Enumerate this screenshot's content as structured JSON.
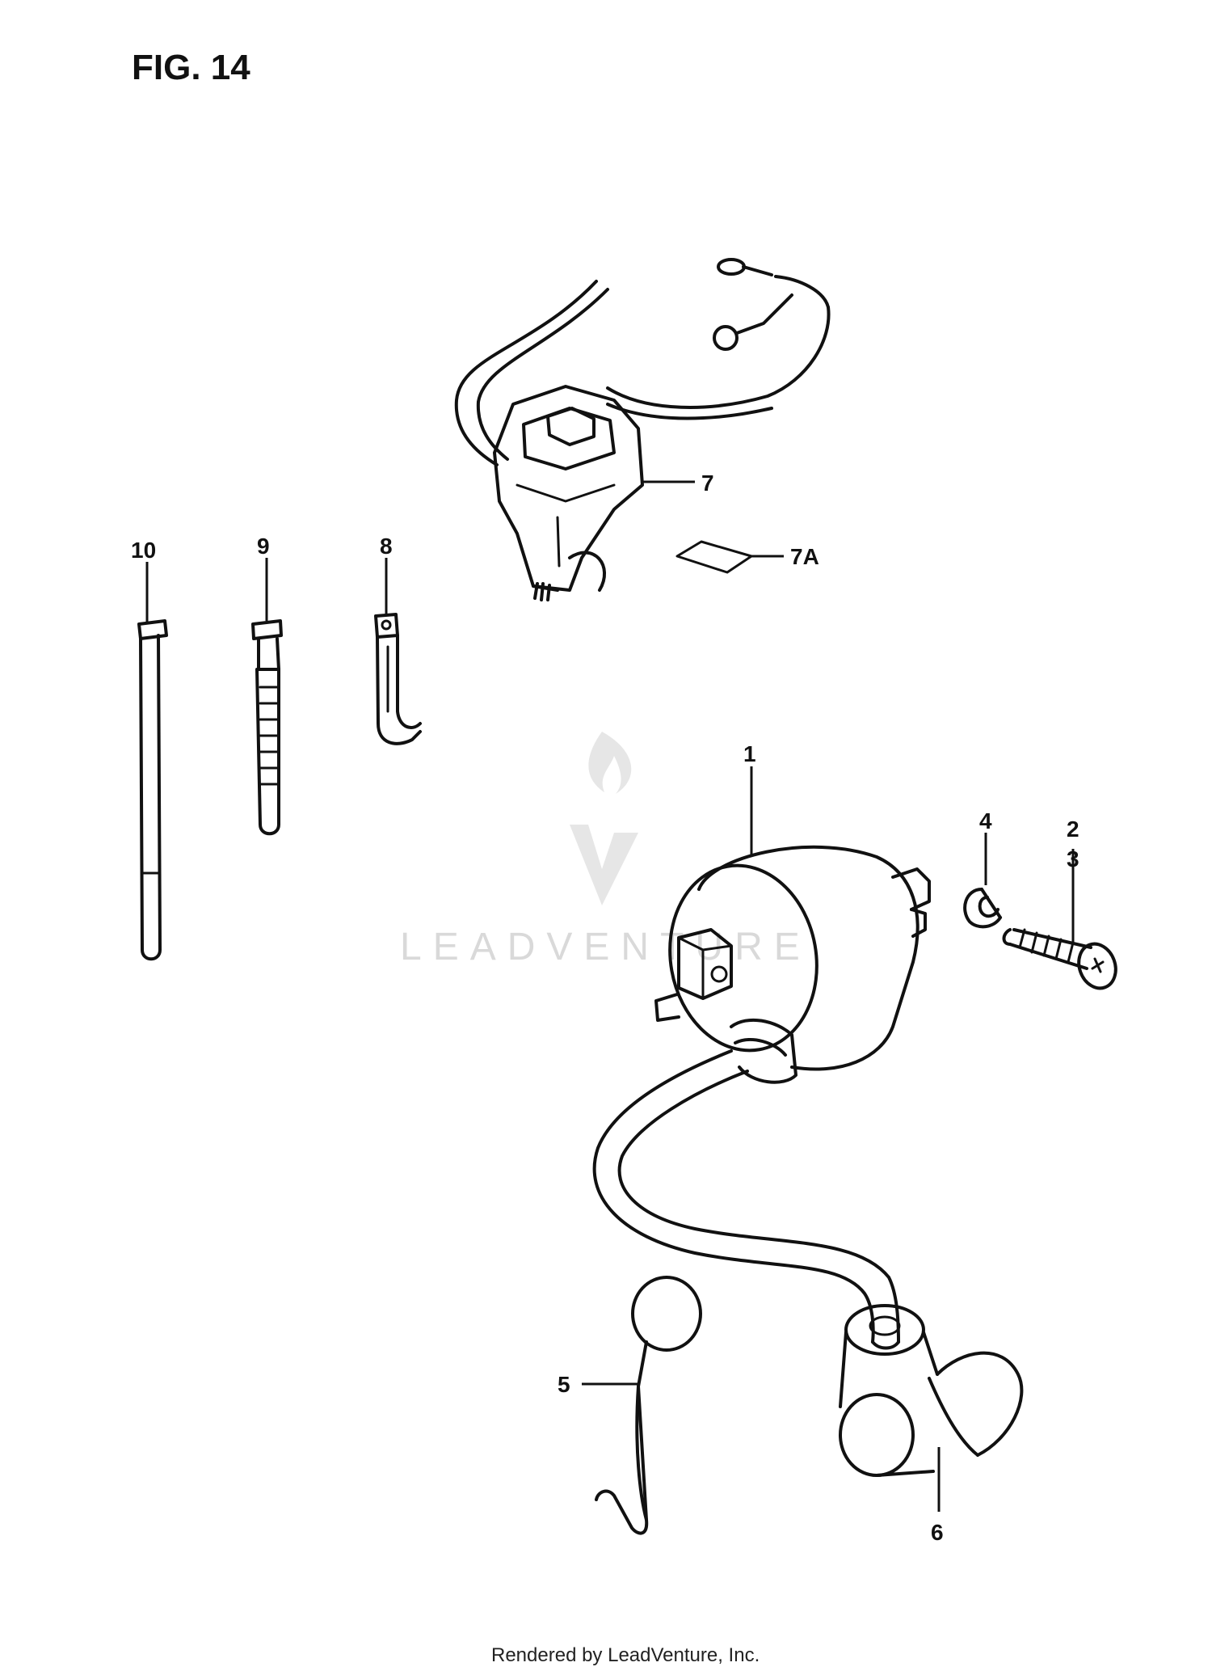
{
  "figure": {
    "title": "FIG. 14"
  },
  "watermark": {
    "text": "LEADVENTURE"
  },
  "footer": {
    "text": "Rendered by LeadVenture, Inc."
  },
  "callouts": {
    "c1": "1",
    "c2": "2",
    "c3": "3",
    "c4": "4",
    "c5": "5",
    "c6": "6",
    "c7": "7",
    "c7a": "7A",
    "c8": "8",
    "c9": "9",
    "c10": "10"
  },
  "icons": {
    "coil": "ignition-coil-icon",
    "switch": "handlebar-switch-icon",
    "cap": "spark-plug-cap-icon"
  },
  "colors": {
    "line": "#111111",
    "watermark": "#d9d9d9"
  }
}
